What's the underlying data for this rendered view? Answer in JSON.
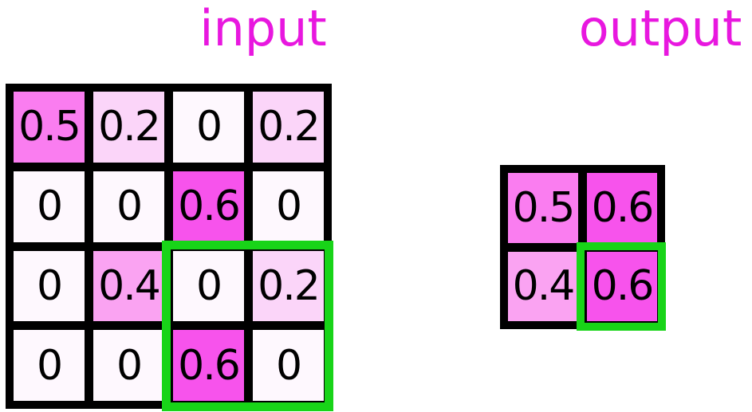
{
  "titles": {
    "input": "input",
    "output": "output"
  },
  "colors": {
    "background": "#ffffff",
    "title": "#e817df",
    "line": "#000000",
    "number": "#000000",
    "highlight": "#18d418",
    "value_colors": {
      "0": "#fef8fe",
      "0.2": "#fbd5f9",
      "0.4": "#faa3f2",
      "0.5": "#fa7df0",
      "0.6": "#f753ec"
    }
  },
  "input_grid": {
    "rows": [
      [
        "0.5",
        "0.2",
        "0",
        "0.2"
      ],
      [
        "0",
        "0",
        "0.6",
        "0"
      ],
      [
        "0",
        "0.4",
        "0",
        "0.2"
      ],
      [
        "0",
        "0",
        "0.6",
        "0"
      ]
    ],
    "highlight_region": {
      "row_start": 2,
      "row_end": 3,
      "col_start": 2,
      "col_end": 3
    }
  },
  "output_grid": {
    "rows": [
      [
        "0.5",
        "0.6"
      ],
      [
        "0.4",
        "0.6"
      ]
    ],
    "highlight_cell": {
      "row": 1,
      "col": 1
    }
  }
}
